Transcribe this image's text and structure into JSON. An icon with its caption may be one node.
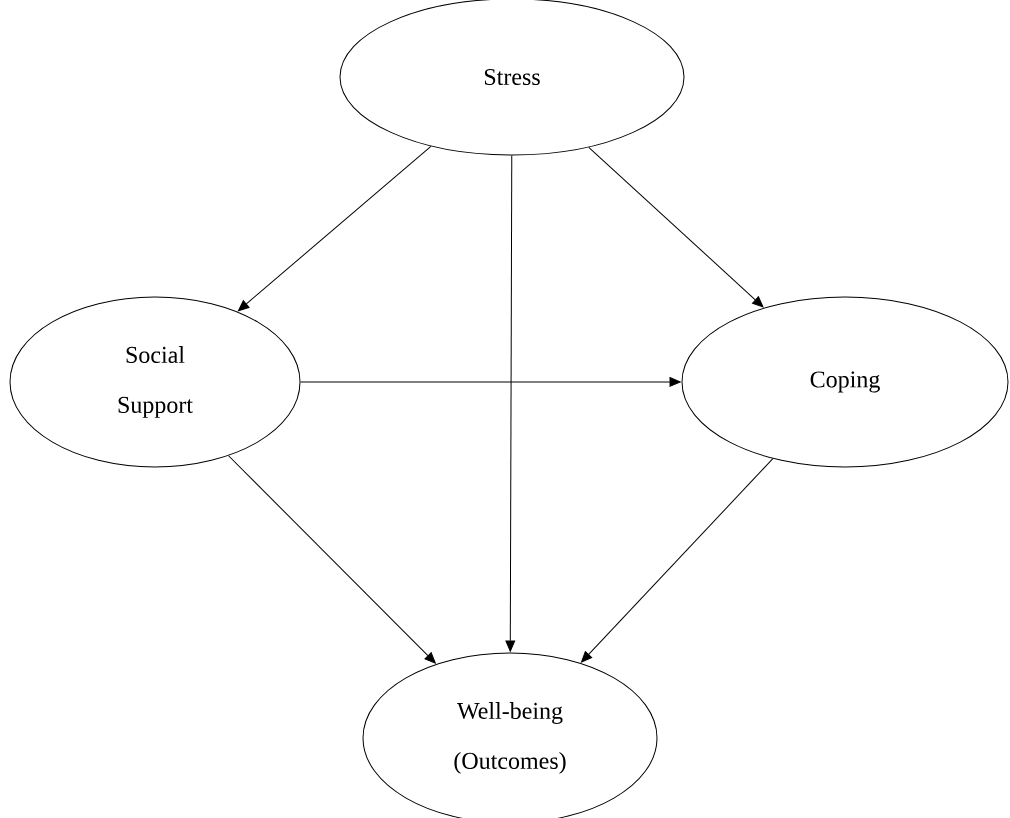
{
  "diagram": {
    "nodes": [
      {
        "text": [
          "Stress"
        ]
      },
      {
        "text": [
          "Social Support"
        ]
      },
      {
        "text": [
          "Coping"
        ]
      },
      {
        "text": [
          "Well-being (Outcomes)"
        ]
      }
    ],
    "edges": [
      {
        "from": 0,
        "to": 1,
        "arrow": "to"
      },
      {
        "from": 0,
        "to": 3,
        "arrow": "to"
      },
      {
        "from": 0,
        "to": 2,
        "arrow": "to"
      },
      {
        "from": 1,
        "to": 2,
        "arrow": "to"
      },
      {
        "from": 1,
        "to": 3,
        "arrow": "to"
      },
      {
        "from": 2,
        "to": 3,
        "arrow": "to"
      }
    ]
  }
}
